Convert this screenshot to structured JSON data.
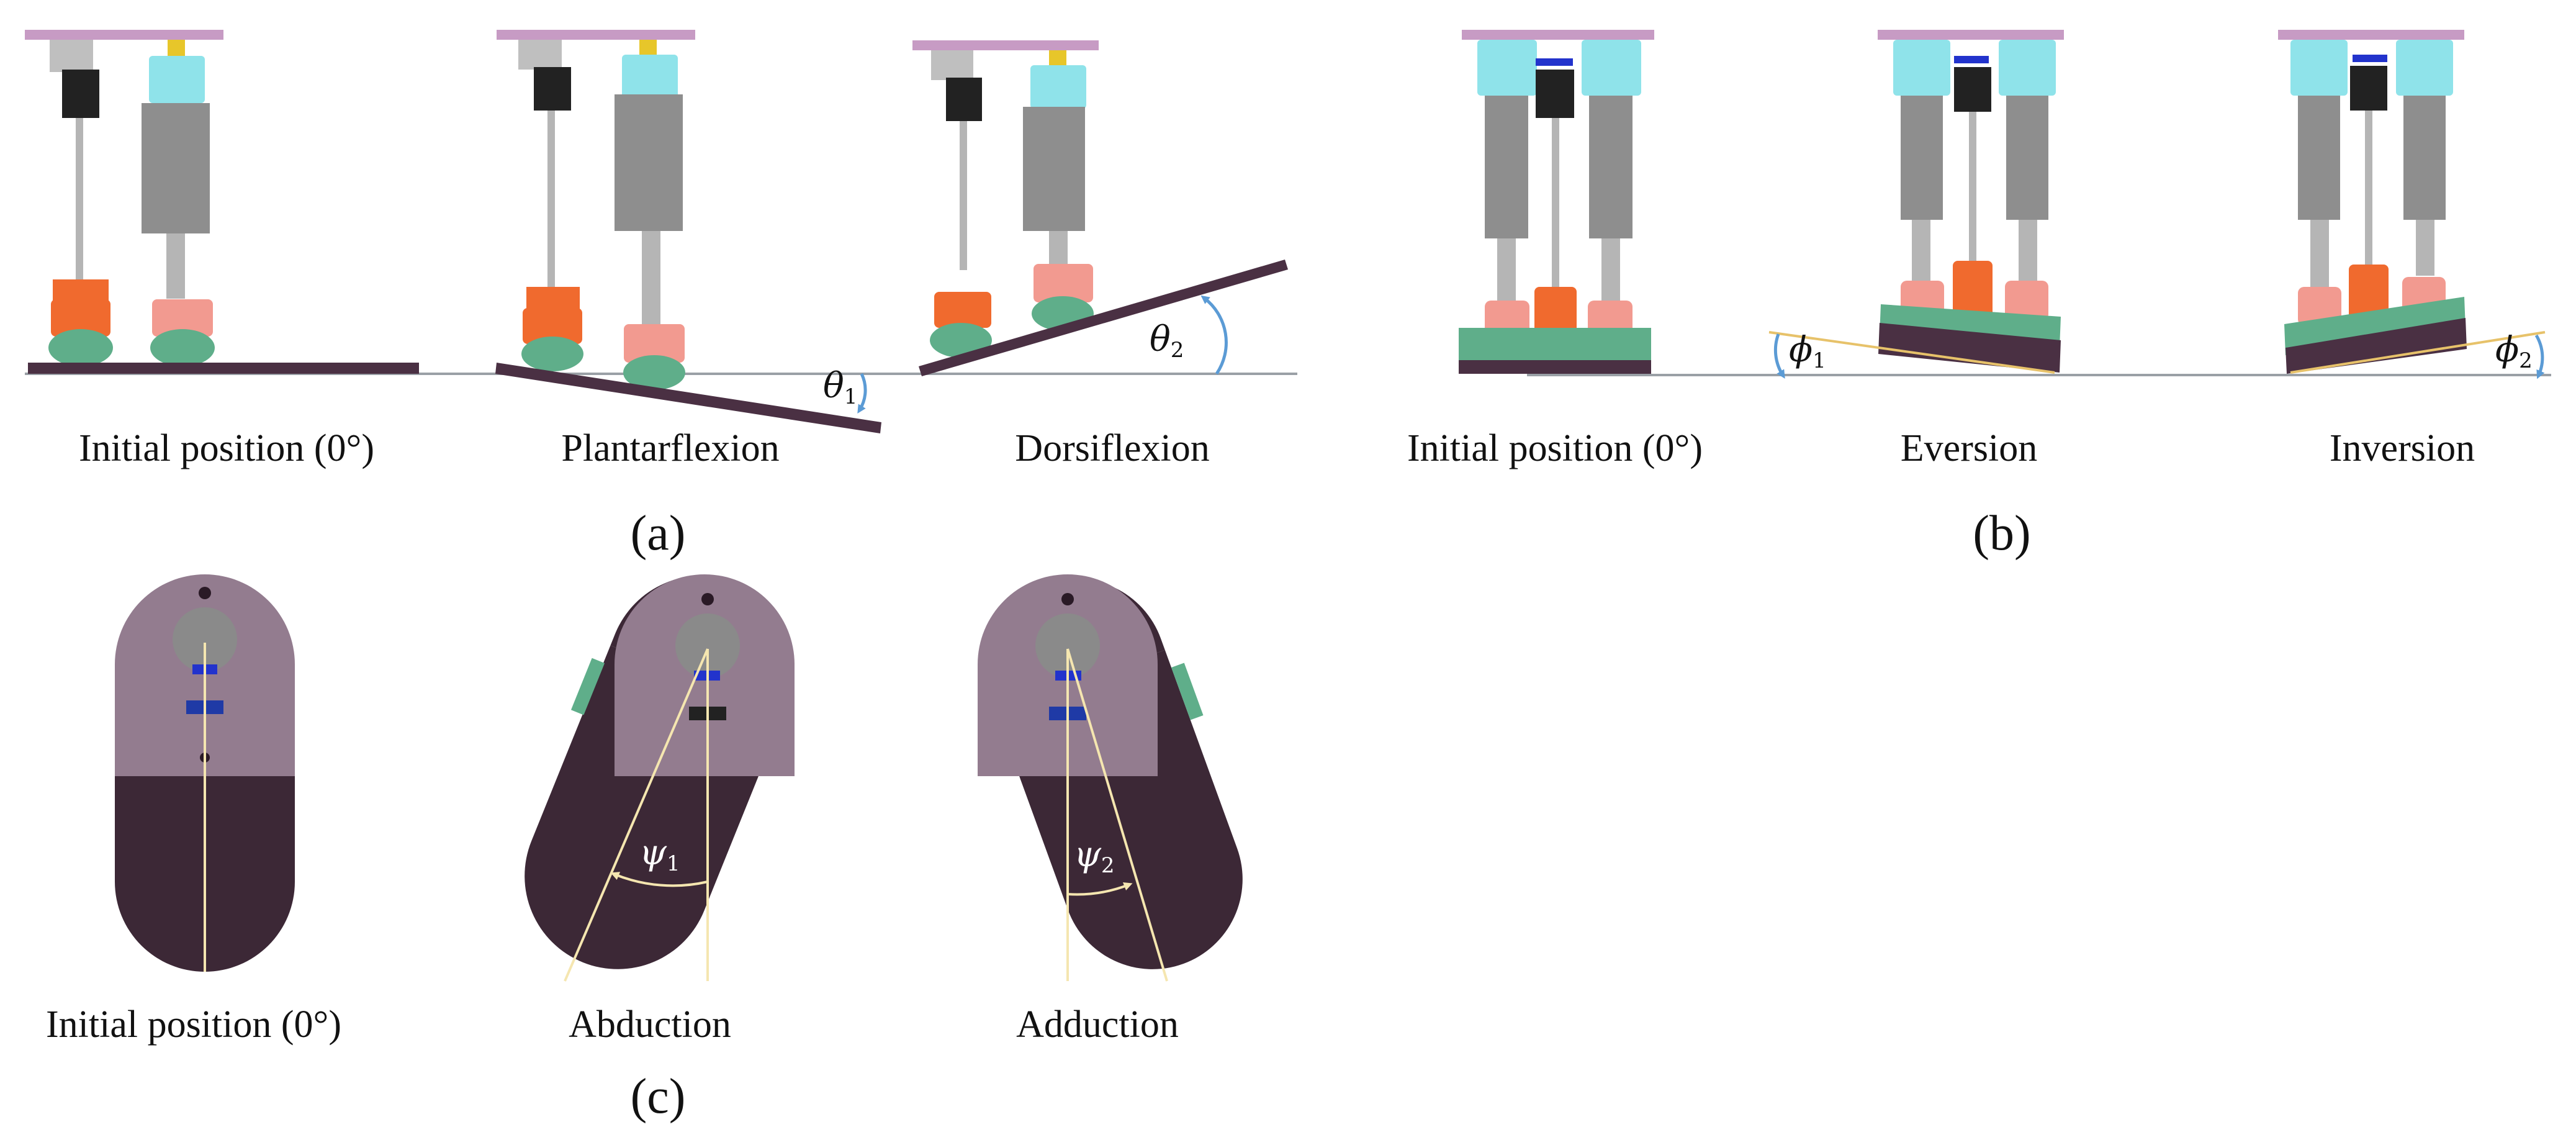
{
  "panels": {
    "a": {
      "letter": "(a)",
      "captions": [
        "Initial position (0°)",
        "Plantarflexion",
        "Dorsiflexion"
      ],
      "angles": [
        {
          "symbol": "θ",
          "index": "1"
        },
        {
          "symbol": "θ",
          "index": "2"
        }
      ]
    },
    "b": {
      "letter": "(b)",
      "captions": [
        "Initial position (0°)",
        "Eversion",
        "Inversion"
      ],
      "angles": [
        {
          "symbol": "ϕ",
          "index": "1"
        },
        {
          "symbol": "ϕ",
          "index": "2"
        }
      ]
    },
    "c": {
      "letter": "(c)",
      "captions": [
        "Initial position (0°)",
        "Abduction",
        "Adduction"
      ],
      "angles": [
        {
          "symbol": "ψ",
          "index": "1"
        },
        {
          "symbol": "ψ",
          "index": "2"
        }
      ]
    }
  },
  "colors": {
    "top_plate": "#c79bc4",
    "foot_plate": "#4a3043",
    "cyan_block": "#8fe3ea",
    "black_block": "#222222",
    "rod": "#b5b5b5",
    "cylinder": "#8e8e8e",
    "orange_joint": "#f06a2e",
    "pink_joint": "#f29a90",
    "green_mount": "#5fae8a",
    "yellow_cap": "#e7c62a",
    "angle_arc": "#5b9bd5",
    "axis_line": "#e7c26a",
    "top_view_plate": "#937c8f",
    "top_view_sole": "#3c2836"
  }
}
